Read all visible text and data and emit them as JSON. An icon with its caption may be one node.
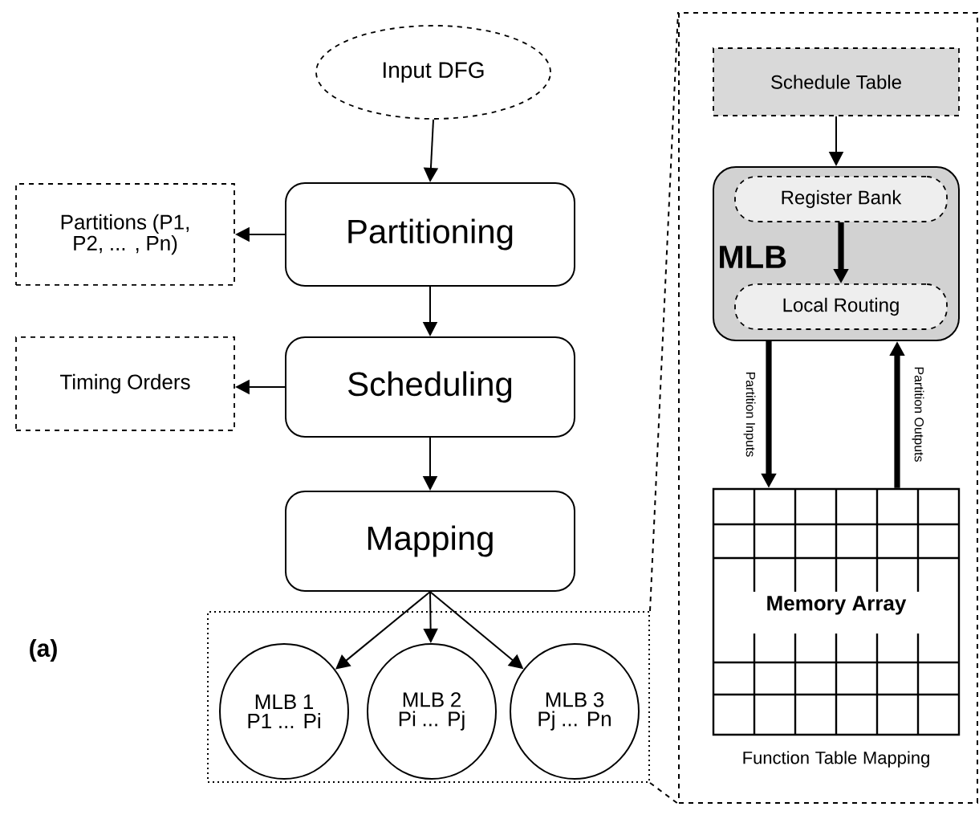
{
  "diagram": {
    "nodes": [
      {
        "text": [
          "Input DFG"
        ]
      },
      {
        "text": [
          "Partitions (P1, P2, ... , Pn)"
        ]
      },
      {
        "text": [
          "Partitioning"
        ]
      },
      {
        "text": [
          "Timing Orders"
        ]
      },
      {
        "text": [
          "Scheduling"
        ]
      },
      {
        "text": [
          "Mapping"
        ]
      },
      {
        "text": [],
        "shape": "box"
      },
      {
        "text": [
          "MLB 1 P1 ... Pi"
        ],
        "in": 6
      },
      {
        "text": [
          "MLB 2 Pi ... Pj"
        ],
        "in": 6
      },
      {
        "text": [
          "MLB 3 Pj ... Pn"
        ],
        "in": 6
      },
      {
        "text": [],
        "shape": "box"
      },
      {
        "text": [
          "Schedule Table"
        ],
        "in": 10
      },
      {
        "text": [
          "MLB"
        ],
        "in": 10
      },
      {
        "text": [
          "Register Bank"
        ],
        "in": 12
      },
      {
        "text": [
          "Local Routing"
        ],
        "in": 12
      },
      {
        "text": [
          "Memory Array"
        ],
        "in": 10,
        "beside": [
          "Function Table Mapping"
        ]
      }
    ],
    "edges": [
      {
        "from": 0,
        "to": 2,
        "arrow": "to"
      },
      {
        "from": 2,
        "to": 1,
        "arrow": "to"
      },
      {
        "from": 2,
        "to": 4,
        "arrow": "to"
      },
      {
        "from": 4,
        "to": 3,
        "arrow": "to"
      },
      {
        "from": 4,
        "to": 5,
        "arrow": "to"
      },
      {
        "from": 5,
        "to": 7,
        "arrow": "to"
      },
      {
        "from": 5,
        "to": 8,
        "arrow": "to"
      },
      {
        "from": 5,
        "to": 9,
        "arrow": "to"
      },
      {
        "from": 6,
        "to": 10,
        "arrow": "none",
        "style": "dashed"
      },
      {
        "from": 6,
        "to": 10,
        "arrow": "none",
        "style": "dashed"
      },
      {
        "from": 11,
        "to": 12,
        "arrow": "to"
      },
      {
        "from": 13,
        "to": 14,
        "arrow": "to",
        "style": "thick"
      },
      {
        "from": 12,
        "to": 15,
        "label": "Partition Inputs",
        "arrow": "to",
        "style": "thick"
      },
      {
        "from": 15,
        "to": 12,
        "label": "Partition Outputs",
        "arrow": "to",
        "style": "thick"
      }
    ],
    "labels": [
      "(a)"
    ]
  }
}
